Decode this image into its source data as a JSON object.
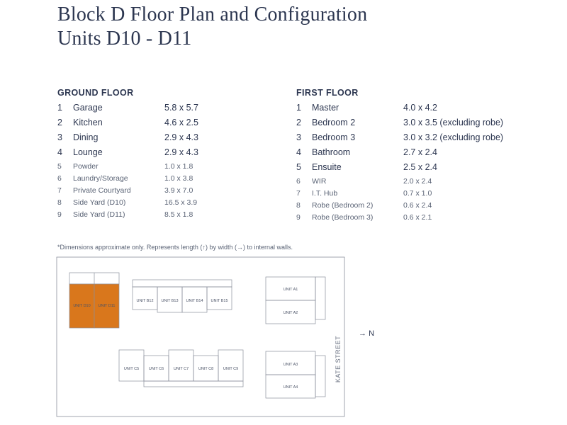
{
  "title": {
    "line1": "Block D Floor Plan and Configuration",
    "line2": "Units D10 - D11"
  },
  "ground_floor": {
    "heading": "GROUND FLOOR",
    "rooms": [
      {
        "num": "1",
        "name": "Garage",
        "dim": "5.8 x 5.7"
      },
      {
        "num": "2",
        "name": "Kitchen",
        "dim": "4.6 x 2.5"
      },
      {
        "num": "3",
        "name": "Dining",
        "dim": "2.9 x 4.3"
      },
      {
        "num": "4",
        "name": "Lounge",
        "dim": "2.9 x 4.3"
      },
      {
        "num": "5",
        "name": "Powder",
        "dim": "1.0 x 1.8"
      },
      {
        "num": "6",
        "name": "Laundry/Storage",
        "dim": "1.0 x 3.8"
      },
      {
        "num": "7",
        "name": "Private Courtyard",
        "dim": "3.9 x 7.0"
      },
      {
        "num": "8",
        "name": "Side Yard (D10)",
        "dim": "16.5 x 3.9"
      },
      {
        "num": "9",
        "name": "Side Yard (D11)",
        "dim": "8.5 x 1.8"
      }
    ]
  },
  "first_floor": {
    "heading": "FIRST FLOOR",
    "rooms": [
      {
        "num": "1",
        "name": "Master",
        "dim": "4.0 x 4.2"
      },
      {
        "num": "2",
        "name": "Bedroom 2",
        "dim": "3.0 x 3.5 (excluding robe)"
      },
      {
        "num": "3",
        "name": "Bedroom 3",
        "dim": "3.0 x 3.2 (excluding robe)"
      },
      {
        "num": "4",
        "name": "Bathroom",
        "dim": "2.7 x 2.4"
      },
      {
        "num": "5",
        "name": "Ensuite",
        "dim": "2.5 x 2.4"
      },
      {
        "num": "6",
        "name": "WIR",
        "dim": "2.0 x 2.4"
      },
      {
        "num": "7",
        "name": "I.T. Hub",
        "dim": "0.7 x 1.0"
      },
      {
        "num": "8",
        "name": "Robe (Bedroom 2)",
        "dim": "0.6 x 2.4"
      },
      {
        "num": "9",
        "name": "Robe (Bedroom 3)",
        "dim": "0.6 x 2.1"
      }
    ]
  },
  "footnote": {
    "part1": "*Dimensions approximate only. Represents length (",
    "arrow_up": "↑",
    "part2": ")  by width (",
    "arrow_right": "→",
    "part3": ") to internal walls."
  },
  "site_plan": {
    "highlight_color": "#d9771c",
    "units": {
      "d10": "UNIT D10",
      "d11": "UNIT D11",
      "b12": "UNIT B12",
      "b13": "UNIT B13",
      "b14": "UNIT B14",
      "b15": "UNIT B15",
      "a1": "UNIT A1",
      "a2": "UNIT A2",
      "a3": "UNIT A3",
      "a4": "UNIT A4",
      "c5": "UNIT C5",
      "c6": "UNIT C6",
      "c7": "UNIT C7",
      "c8": "UNIT C8",
      "c9": "UNIT C9"
    },
    "street": "KATE STREET",
    "north_label": "N",
    "north_arrow": "→"
  }
}
